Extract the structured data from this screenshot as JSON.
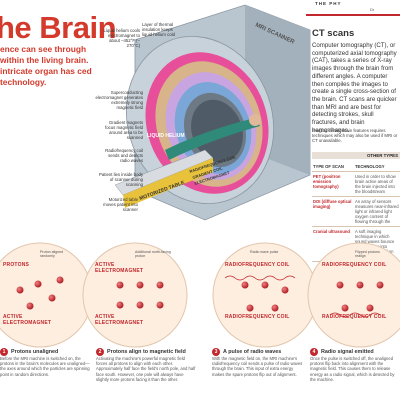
{
  "header": {
    "title": "he Brain",
    "intro": "ence can see through within the living brain. intricate organ has ced technology.",
    "section_tag": "THE PHY",
    "section_sub": "Dr"
  },
  "scanner": {
    "label": "MRI SCANNER",
    "band_labels": [
      "LIQUID HELIUM",
      "RADIOFREQUENCY COIL",
      "GRADIENT COIL",
      "ELECTROMAGNET",
      "MOTORIZED TABLE"
    ]
  },
  "callouts": [
    "Liquid helium cools electromagnet to about –452°F (–270°C)",
    "Layer of thermal insulation keeps liquid helium cold",
    "Superconducting electromagnet generates extremely strong magnetic field",
    "Gradient magnets focus magnetic field around area to be scanned",
    "Radiofrequency coil sends and detects radio waves",
    "Patient lies inside body of scanner during scanning",
    "Motorized table moves patient into scanner"
  ],
  "ct": {
    "title": "CT scans",
    "text": "Computer tomography (CT), or computerized axial tomography (CAT), takes a series of X-ray images through the brain from different angles. A computer then compiles the images to create a single cross-section of the brain. CT scans are quicker than MRI and are best for detecting strokes, skull fractures, and brain hemorrhages.",
    "caption": "Imaging certain brain features requires techniques which may also be used if MRI or CT unavailable.",
    "other_types": "OTHER TYPES",
    "table_headers": [
      "TYPE OF SCAN",
      "TECHNOLOGY"
    ],
    "rows": [
      {
        "type": "PET (positron emission tomography)",
        "desc": "Used in order to show brain active areas of the brain injected into the bloodstream"
      },
      {
        "type": "DOI (diffuse optical imaging)",
        "desc": "An array of sensors measures near-infrared light or infrared light oxygen content of flowing through the"
      },
      {
        "type": "Cranial ultrasound",
        "desc": "A soft imaging technique in which sound waves bounce off structures into images. It is used on infants."
      }
    ]
  },
  "steps": [
    {
      "num": "1",
      "title": "Protons unaligned",
      "text": "Before the MRI machine is switched on, the protons in the brain's molecules are unaligned—the axes around which the particles are spinning point in random directions.",
      "labels": [
        "PROTONS",
        "ACTIVE ELECTROMAGNET"
      ],
      "annot": "Proton aligned randomly"
    },
    {
      "num": "2",
      "title": "Protons align to magnetic field",
      "text": "Activating the machine's powerful magnetic field forces all protons to align with each other. Approximately half face the field's north pole, and half face south. However, one pole will always have slightly more protons facing it than the other.",
      "labels": [
        "ACTIVE ELECTROMAGNET",
        "ACTIVE ELECTROMAGNET"
      ],
      "annot": "Additional north-facing proton"
    },
    {
      "num": "3",
      "title": "A pulse of radio waves",
      "text": "With the magnetic field on, the MRI machine's radiofrequency coil sends a pulse of radio waves through the brain. This input of extra energy makes the spare protons flip out of alignment.",
      "labels": [
        "RADIOFREQUENCY COIL",
        "RADIOFREQUENCY COIL"
      ],
      "annot": "Radio wave pulse"
    },
    {
      "num": "4",
      "title": "Radio signal emitted",
      "text": "Once the pulse is switched off, the unaligned protons flip back into alignment with the magnetic field. This causes them to release energy as a radio signal, which is detected by the machine.",
      "labels": [
        "RADIOFREQUENCY COIL",
        "RADIOFREQUENCY COIL"
      ],
      "annot": "Flipped protons realign"
    }
  ],
  "colors": {
    "accent": "#c2272d",
    "helium": "#e84f9a",
    "rf": "#c8a5e0",
    "gradient": "#7ba7d8",
    "tan": "#d8b48a"
  }
}
